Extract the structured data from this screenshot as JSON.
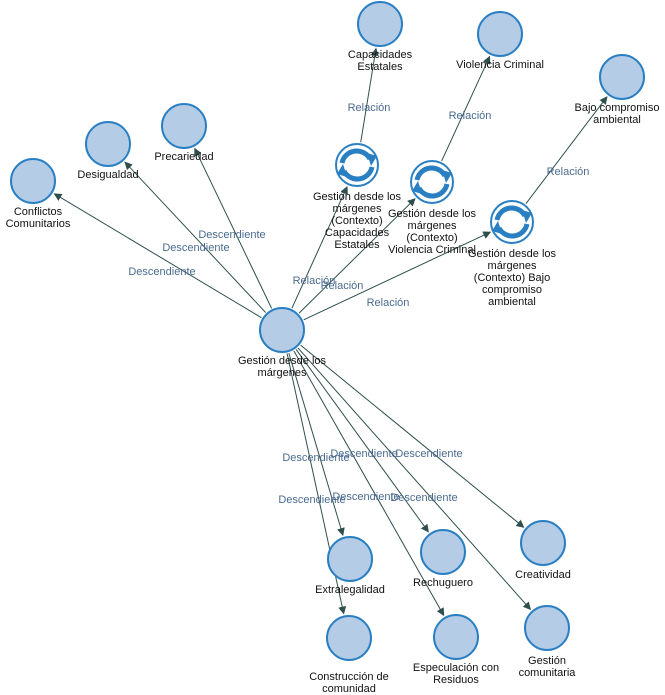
{
  "nodes": {
    "center": {
      "label": [
        "Gestión desde los",
        "márgenes"
      ]
    },
    "conflictos": {
      "label": [
        "Conflictos",
        "Comunitarios"
      ]
    },
    "desigualdad": {
      "label": [
        "Desigualdad"
      ]
    },
    "precariedad": {
      "label": [
        "Precariedad"
      ]
    },
    "ctx_capacidades": {
      "label": [
        "Gestión desde los",
        "márgenes",
        "(Contexto)",
        "Capacidades",
        "Estatales"
      ]
    },
    "ctx_violencia": {
      "label": [
        "Gestión desde los",
        "márgenes",
        "(Contexto)",
        "Violencia Criminal"
      ]
    },
    "ctx_bajo": {
      "label": [
        "Gestión desde los",
        "márgenes",
        "(Contexto) Bajo",
        "compromiso",
        "ambiental"
      ]
    },
    "capacidades": {
      "label": [
        "Capacidades",
        "Estatales"
      ]
    },
    "violencia": {
      "label": [
        "Violencia Criminal"
      ]
    },
    "bajo": {
      "label": [
        "Bajo compromiso",
        "ambiental"
      ]
    },
    "extralegalidad": {
      "label": [
        "Extralegalidad"
      ]
    },
    "construccion": {
      "label": [
        "Construcción de",
        "comunidad"
      ]
    },
    "rechuguero": {
      "label": [
        "Rechuguero"
      ]
    },
    "especulacion": {
      "label": [
        "Especulación con",
        "Residuos"
      ]
    },
    "creatividad": {
      "label": [
        "Creatividad"
      ]
    },
    "gestion_comunitaria": {
      "label": [
        "Gestión",
        "comunitaria"
      ]
    }
  },
  "edges": [
    {
      "from": "center",
      "to": "conflictos",
      "label": "Descendiente"
    },
    {
      "from": "center",
      "to": "desigualdad",
      "label": "Descendiente"
    },
    {
      "from": "center",
      "to": "precariedad",
      "label": "Descendiente"
    },
    {
      "from": "center",
      "to": "ctx_capacidades",
      "label": "Relación"
    },
    {
      "from": "center",
      "to": "ctx_violencia",
      "label": "Relación"
    },
    {
      "from": "center",
      "to": "ctx_bajo",
      "label": "Relación"
    },
    {
      "from": "ctx_capacidades",
      "to": "capacidades",
      "label": "Relación"
    },
    {
      "from": "ctx_violencia",
      "to": "violencia",
      "label": "Relación"
    },
    {
      "from": "ctx_bajo",
      "to": "bajo",
      "label": "Relación"
    },
    {
      "from": "center",
      "to": "extralegalidad",
      "label": "Descendiente"
    },
    {
      "from": "center",
      "to": "construccion",
      "label": "Descendiente"
    },
    {
      "from": "center",
      "to": "rechuguero",
      "label": "Descendiente"
    },
    {
      "from": "center",
      "to": "especulacion",
      "label": "Descendiente"
    },
    {
      "from": "center",
      "to": "creatividad",
      "label": "Descendiente"
    },
    {
      "from": "center",
      "to": "gestion_comunitaria",
      "label": "Descendiente"
    }
  ],
  "colors": {
    "node_fill": "#b4cce6",
    "node_stroke": "#2a7fc3",
    "edge": "#2f4f4f",
    "edge_label": "#4a6b8f"
  }
}
